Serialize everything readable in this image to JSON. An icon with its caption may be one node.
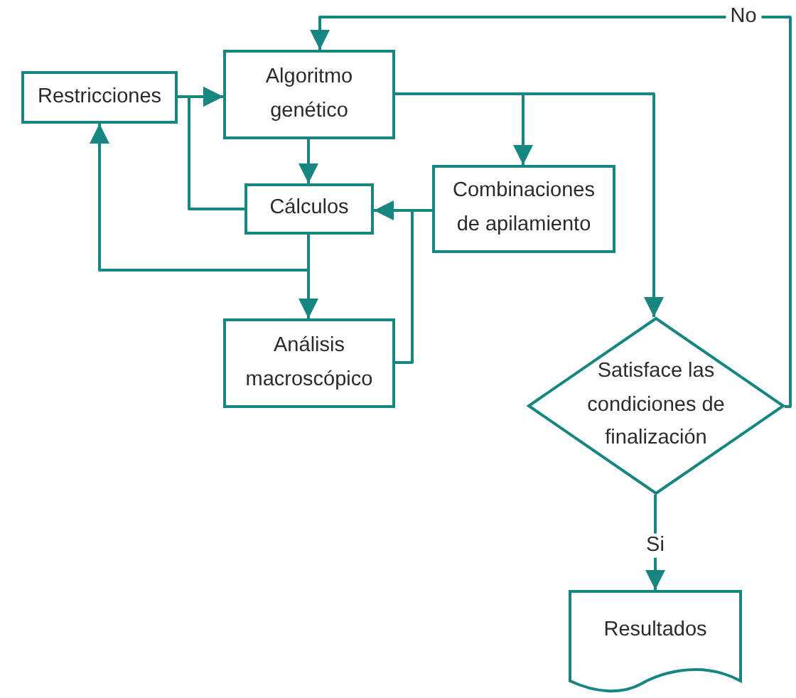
{
  "diagram": {
    "nodes": [
      {
        "text": [
          "Restricciones"
        ]
      },
      {
        "text": [
          "Algoritmo genético"
        ]
      },
      {
        "text": [
          "Cálculos"
        ]
      },
      {
        "text": [
          "Combinaciones de apilamiento"
        ]
      },
      {
        "text": [
          "Análisis macroscópico"
        ]
      },
      {
        "text": [
          "Satisface las condiciones de finalización"
        ]
      },
      {
        "text": [
          "Resultados"
        ]
      }
    ],
    "edges": [
      {
        "from": 0,
        "to": 1,
        "arrow": "to"
      },
      {
        "from": 1,
        "to": 2,
        "arrow": "to"
      },
      {
        "from": 2,
        "to": 1,
        "arrow": "to"
      },
      {
        "from": 2,
        "to": 0,
        "arrow": "to"
      },
      {
        "from": 2,
        "to": 4,
        "arrow": "to"
      },
      {
        "from": 4,
        "to": 2,
        "arrow": "to"
      },
      {
        "from": 3,
        "to": 2,
        "arrow": "to"
      },
      {
        "from": 1,
        "to": 3,
        "arrow": "to"
      },
      {
        "from": 1,
        "to": 5,
        "arrow": "to"
      },
      {
        "from": 5,
        "to": 1,
        "arrow": "to",
        "label": "No"
      },
      {
        "from": 5,
        "to": 6,
        "arrow": "to",
        "label": "Si"
      }
    ]
  }
}
